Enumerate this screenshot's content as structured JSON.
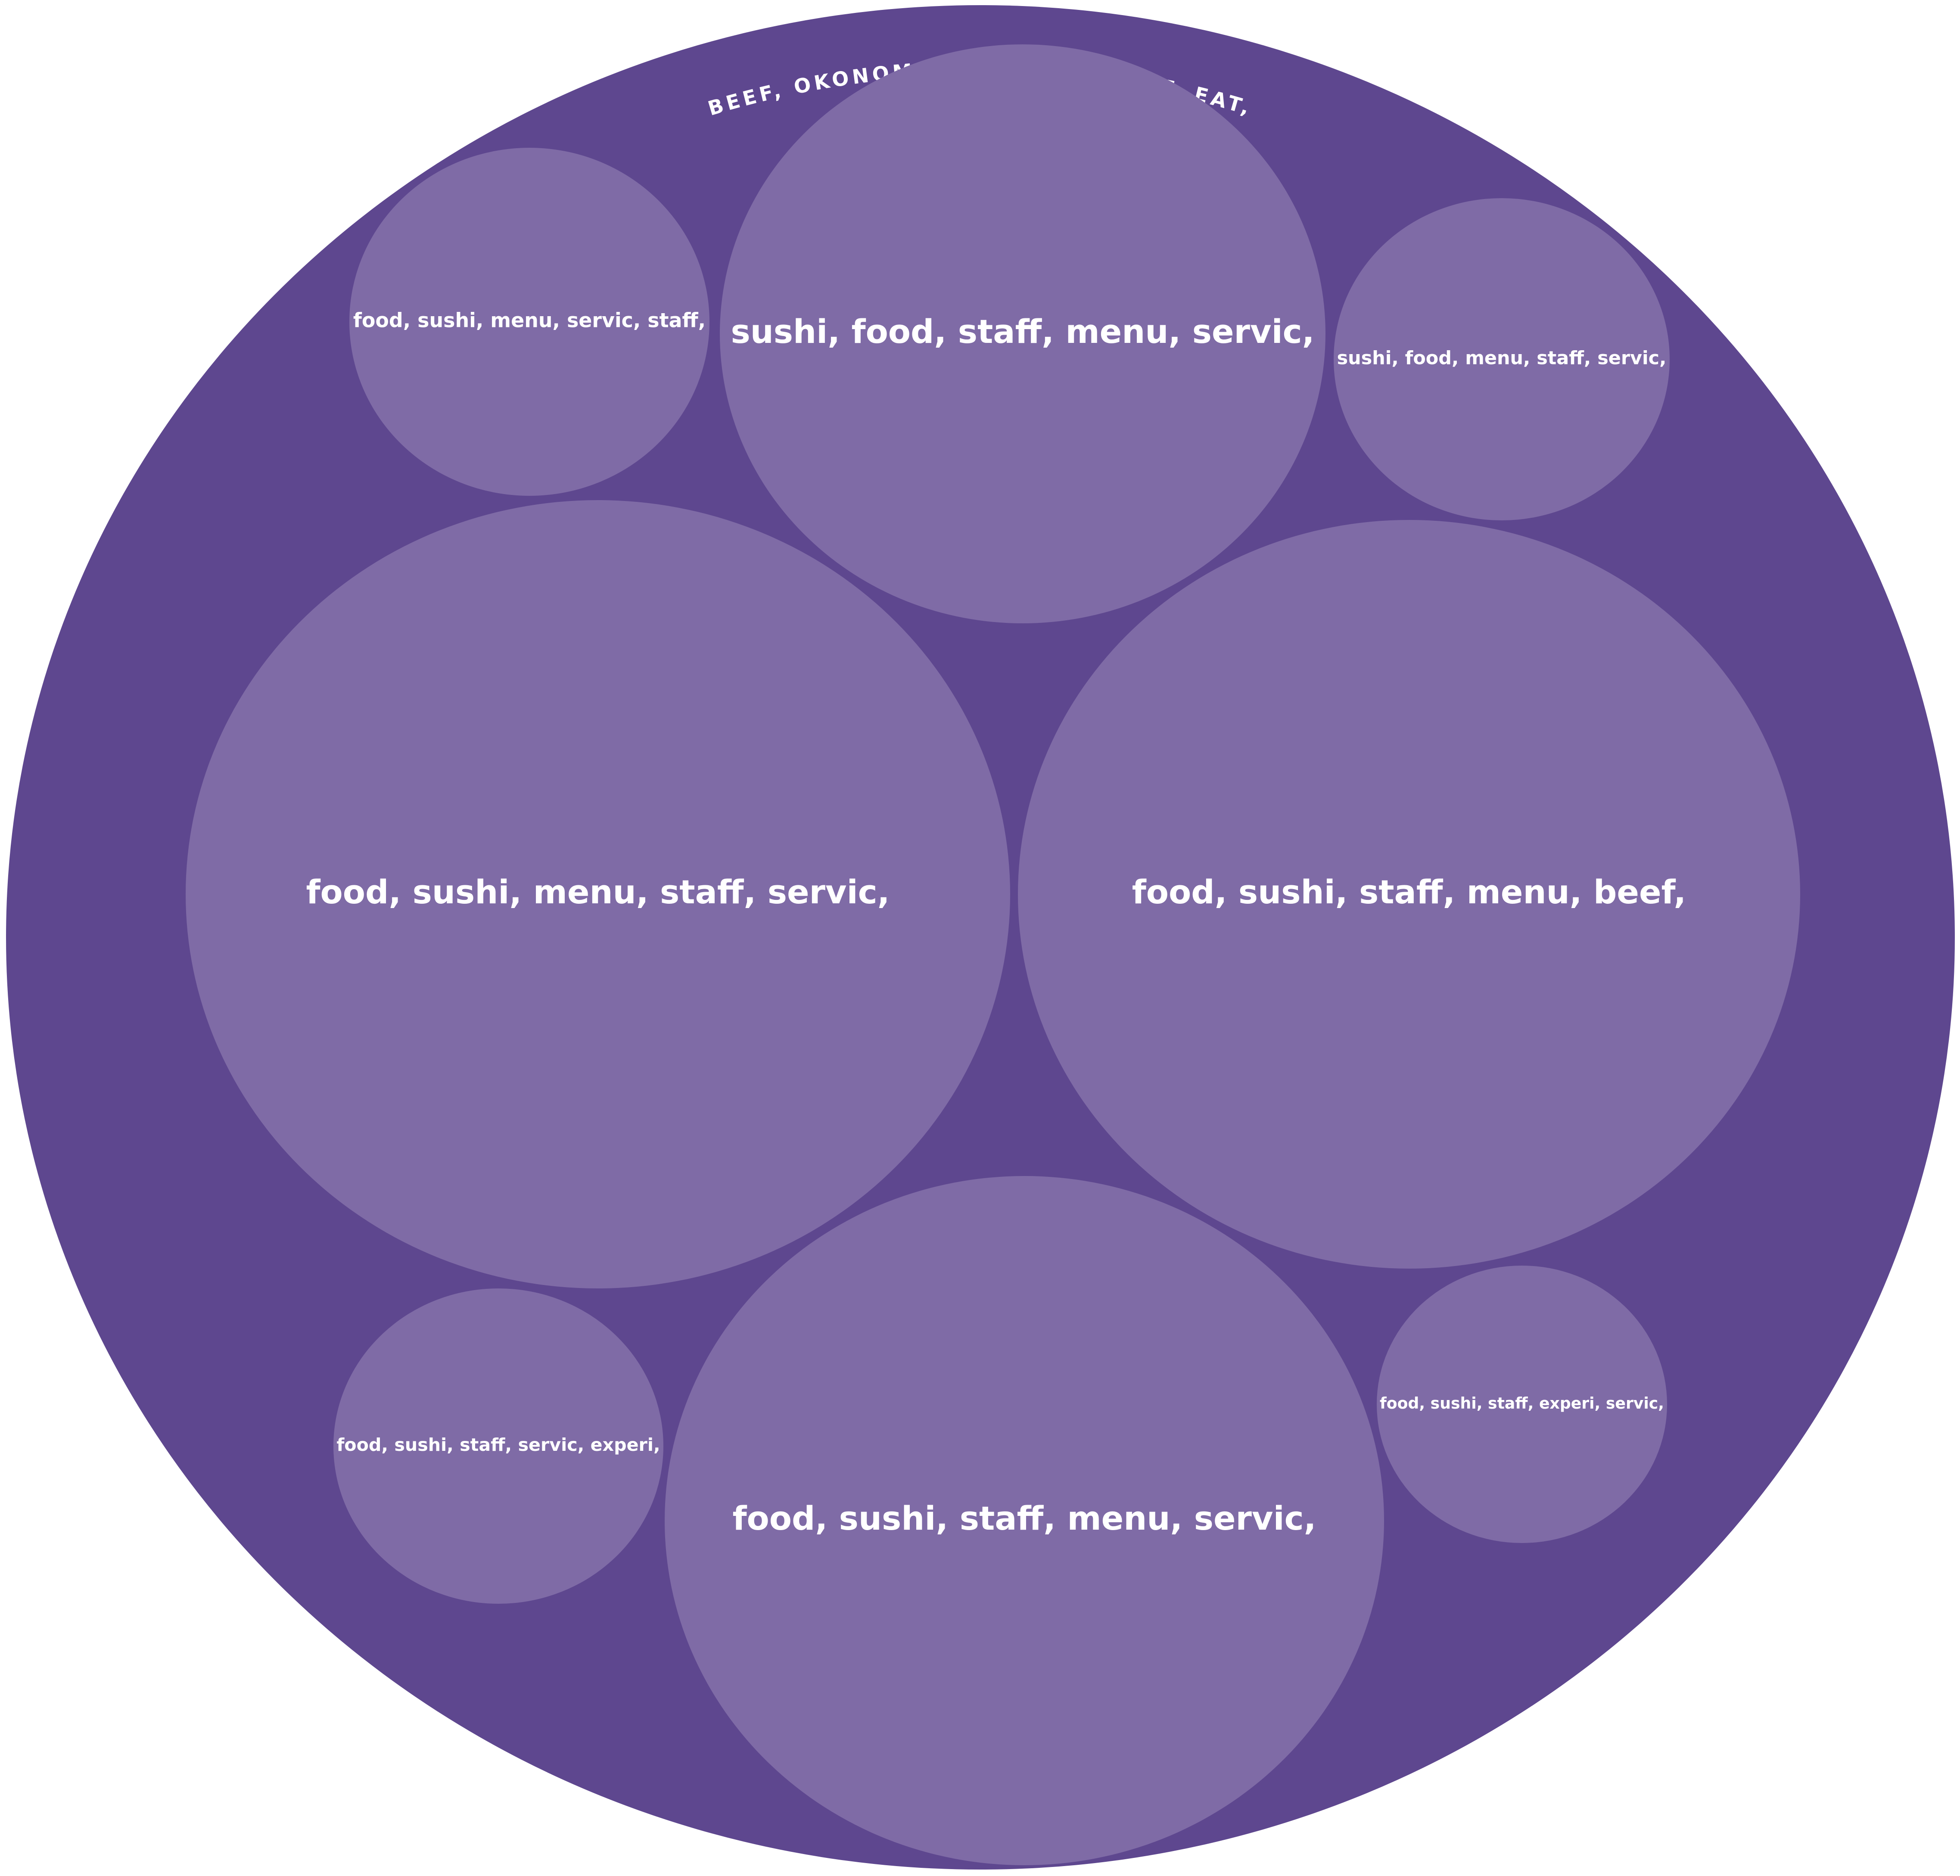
{
  "chart_data": {
    "type": "circle-packing",
    "root": {
      "label": "BEEF, OKONOMIYAKI, WAIT, MEAT, EAT,",
      "color": "#5e478f"
    },
    "children": [
      {
        "label": "food, sushi, menu, servic, staff,"
      },
      {
        "label": "sushi, food, staff, menu, servic,"
      },
      {
        "label": "sushi, food, menu, staff, servic,"
      },
      {
        "label": "food, sushi, menu, staff, servic,"
      },
      {
        "label": "food, sushi, staff, menu, beef,"
      },
      {
        "label": "food, sushi, staff, servic, experi,"
      },
      {
        "label": "food, sushi, staff, menu, servic,"
      },
      {
        "label": "food, sushi, staff, experi, servic,"
      }
    ],
    "child_color": "#7f6ba6",
    "text_color": "#ffffff",
    "background": "#ffffff"
  }
}
